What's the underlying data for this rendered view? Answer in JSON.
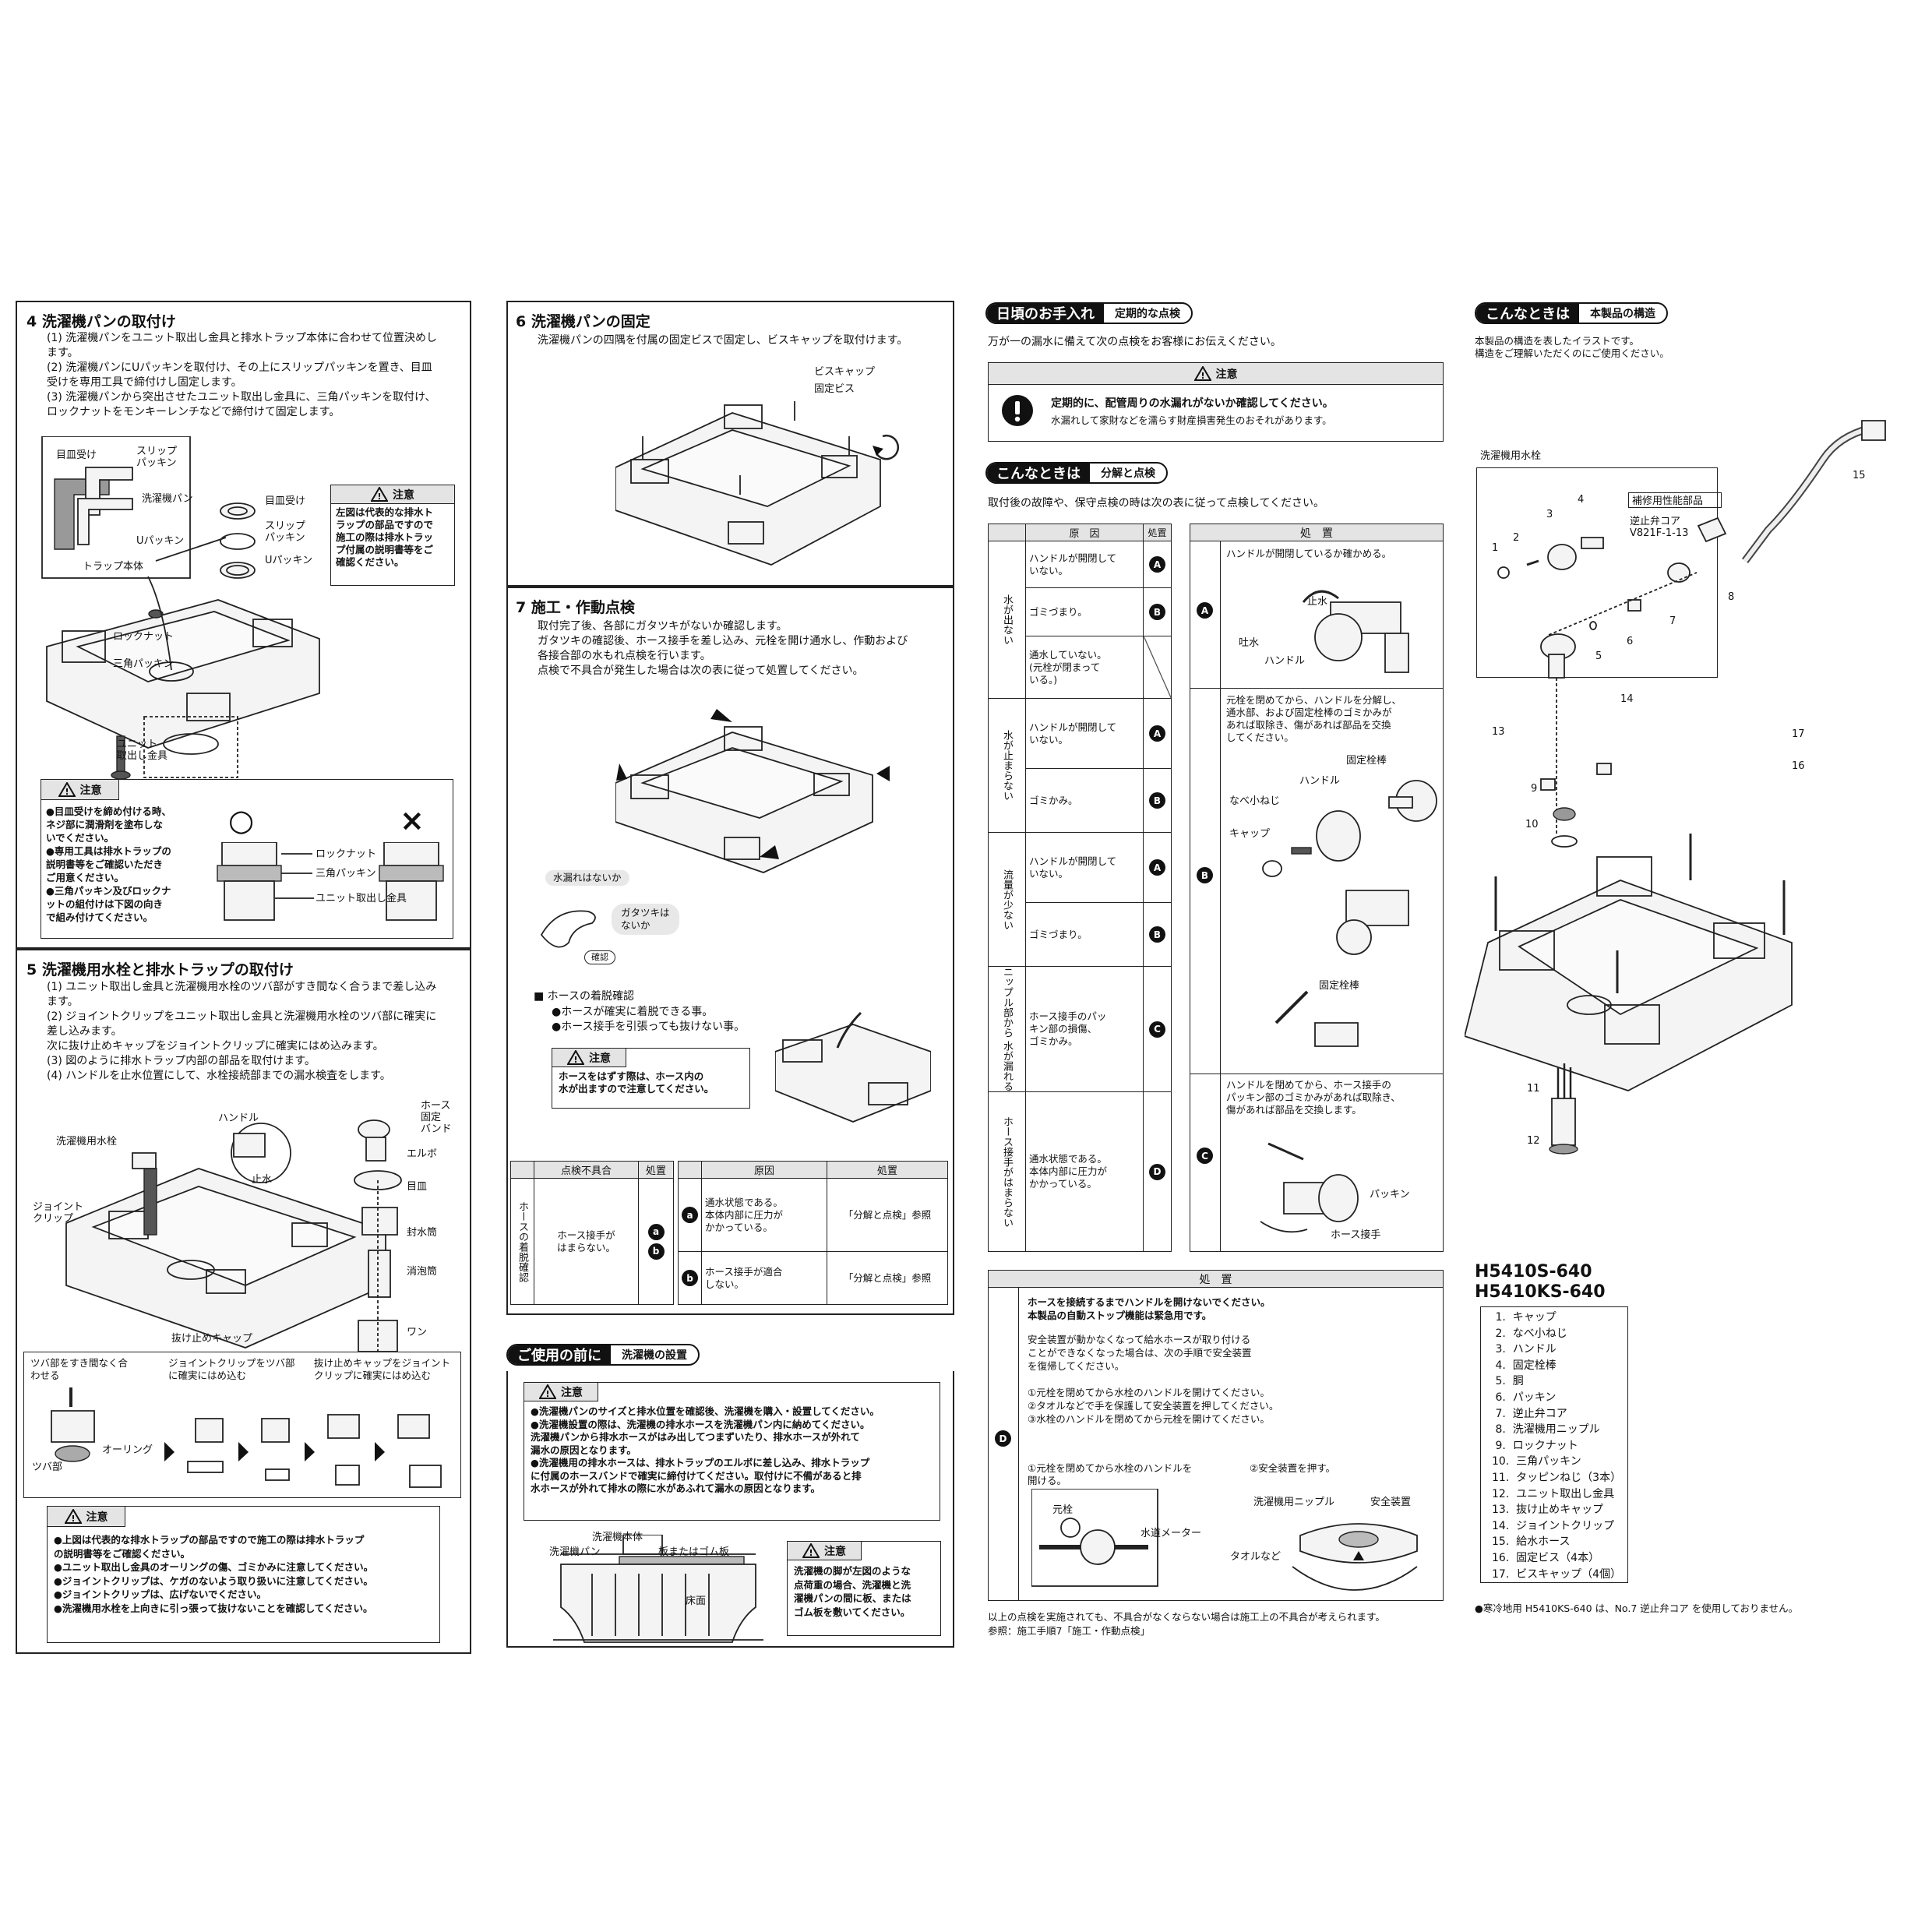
{
  "s4": {
    "title": "4  洗濯機パンの取付け",
    "steps": "(1) 洗濯機パンをユニット取出し金具と排水トラップ本体に合わせて位置決めし\n     ます。\n(2) 洗濯機パンにUパッキンを取付け、その上にスリップパッキンを置き、目皿\n     受けを専用工具で締付けし固定します。\n(3) 洗濯機パンから突出させたユニット取出し金具に、三角パッキンを取付け、\n     ロックナットをモンキーレンチなどで締付けて固定します。",
    "labels": [
      "目皿受け",
      "スリップ\nパッキン",
      "洗濯機パン",
      "Uパッキン",
      "トラップ本体",
      "目皿受け",
      "スリップ\nパッキン",
      "Uパッキン",
      "ロックナット",
      "三角パッキン",
      "ユニット\n取出し金具"
    ],
    "caution1_title": "注意",
    "caution1": "左図は代表的な排水ト\nラップの部品ですので\n施工の際は排水トラッ\nプ付属の説明書等をご\n確認ください。",
    "caution2_title": "注意",
    "caution2": "●目皿受けを締め付ける時、\n  ネジ部に潤滑剤を塗布しな\n  いでください。\n●専用工具は排水トラップの\n  説明書等をご確認いただき\n  ご用意ください。\n●三角パッキン及びロックナ\n  ットの組付けは下図の向き\n  で組み付けてください。",
    "ok": "○",
    "ng": "×",
    "labels2": [
      "ロックナット",
      "三角パッキン",
      "ユニット取出し金具"
    ]
  },
  "s5": {
    "title": "5  洗濯機用水栓と排水トラップの取付け",
    "steps": "(1) ユニット取出し金具と洗濯機用水栓のツバ部がすき間なく合うまで差し込み\n     ます。\n(2) ジョイントクリップをユニット取出し金具と洗濯機用水栓のツバ部に確実に\n     差し込みます。\n     次に抜け止めキャップをジョイントクリップに確実にはめ込みます。\n(3) 図のように排水トラップ内部の部品を取付けます。\n(4) ハンドルを止水位置にして、水栓接続部までの漏水検査をします。",
    "labels": [
      "ハンドル",
      "止水",
      "ホース\n固定\nバンド",
      "エルボ",
      "目皿",
      "封水筒",
      "消泡筒",
      "ワン",
      "洗濯機用水栓",
      "ジョイント\nクリップ",
      "抜け止めキャップ"
    ],
    "seq": [
      "ツバ部をすき間なく合\nわせる",
      "ジョイントクリップをツバ部\nに確実にはめ込む",
      "抜け止めキャップをジョイント\nクリップに確実にはめ込む"
    ],
    "seqlabels": [
      "オーリング",
      "ツバ部"
    ],
    "caution_title": "注意",
    "caution": "●上図は代表的な排水トラップの部品ですので施工の際は排水トラップ\n  の説明書等をご確認ください。\n●ユニット取出し金具のオーリングの傷、ゴミかみに注意してください。\n●ジョイントクリップは、ケガのないよう取り扱いに注意してください。\n●ジョイントクリップは、広げないでください。\n●洗濯機用水栓を上向きに引っ張って抜けないことを確認してください。"
  },
  "s6": {
    "title": "6  洗濯機パンの固定",
    "text": "洗濯機パンの四隅を付属の固定ビスで固定し、ビスキャップを取付けます。",
    "labels": [
      "ビスキャップ",
      "固定ビス"
    ]
  },
  "s7": {
    "title": "7  施工・作動点検",
    "text": "取付完了後、各部にガタツキがないか確認します。\nガタツキの確認後、ホース接手を差し込み、元栓を開け通水し、作動および\n各接合部の水もれ点検を行います。\n点検で不具合が発生した場合は次の表に従って処置してください。",
    "bubbles": [
      "水漏れはないか",
      "ガタツキは\nないか",
      "確認"
    ],
    "hose_title": "■ ホースの着脱確認",
    "hose": "●ホースが確実に着脱できる事。\n●ホース接手を引張っても抜けない事。",
    "caution_title": "注意",
    "caution": "ホースをはずす際は、ホース内の\n水が出ますので注意してください。",
    "t1": {
      "h": [
        "点検不具合",
        "処置"
      ],
      "rowhead": "ホースの着脱確認",
      "fault": "ホース接手が\nはまらない。",
      "acts": [
        "a",
        "b"
      ]
    },
    "t2": {
      "h": [
        "原因",
        "処置"
      ],
      "rows": [
        {
          "k": "a",
          "cause": "通水状態である。\n本体内部に圧力が\nかかっている。",
          "act": "「分解と点検」参照"
        },
        {
          "k": "b",
          "cause": "ホース接手が適合\nしない。",
          "act": "「分解と点検」参照"
        }
      ]
    }
  },
  "before": {
    "dark": "ご使用の前に",
    "light": "洗濯機の設置",
    "caution_title": "注意",
    "caution": "●洗濯機パンのサイズと排水位置を確認後、洗濯機を購入・設置してください。\n●洗濯機設置の際は、洗濯機の排水ホースを洗濯機パン内に納めてください。\n  洗濯機パンから排水ホースがはみ出してつまずいたり、排水ホースが外れて\n  漏水の原因となります。\n●洗濯機用の排水ホースは、排水トラップのエルボに差し込み、排水トラップ\n  に付属のホースバンドで確実に締付けてください。取付けに不備があると排\n  水ホースが外れて排水の際に水があふれて漏水の原因となります。",
    "labels": [
      "洗濯機本体",
      "洗濯機パン",
      "板またはゴム板",
      "床面"
    ],
    "caution2_title": "注意",
    "caution2": "洗濯機の脚が左図のような\n点荷重の場合、洗濯機と洗\n濯機パンの間に板、または\nゴム板を敷いてください。"
  },
  "daily": {
    "dark": "日頃のお手入れ",
    "light": "定期的な点検",
    "text": "万が一の漏水に備えて次の点検をお客様にお伝えください。",
    "caution_title": "注意",
    "bold": "定期的に、配管周りの水漏れがないか確認してください。",
    "sub": "水漏れして家財などを濡らす財産損害発生のおそれがあります。"
  },
  "trouble": {
    "dark": "こんなときは",
    "light": "分解と点検",
    "text": "取付後の故障や、保守点検の時は次の表に従って点検してください。",
    "th": [
      "原　因",
      "処置",
      "処　置"
    ],
    "groups": [
      {
        "sym": "水が出ない",
        "rows": [
          {
            "c": "ハンドルが開閉して\nいない。",
            "k": "A"
          },
          {
            "c": "ゴミづまり。",
            "k": "B"
          },
          {
            "c": "通水していない。\n(元栓が閉まって\nいる。)",
            "k": ""
          }
        ]
      },
      {
        "sym": "水が止まらない",
        "rows": [
          {
            "c": "ハンドルが開閉して\nいない。",
            "k": "A"
          },
          {
            "c": "ゴミかみ。",
            "k": "B"
          }
        ]
      },
      {
        "sym": "流量が少ない",
        "rows": [
          {
            "c": "ハンドルが開閉して\nいない。",
            "k": "A"
          },
          {
            "c": "ゴミづまり。",
            "k": "B"
          }
        ]
      },
      {
        "sym": "ニップル部から\n水が漏れる",
        "rows": [
          {
            "c": "ホース接手のパッ\nキン部の損傷、\nゴミかみ。",
            "k": "C"
          }
        ]
      },
      {
        "sym": "ホース接手がはまらない",
        "rows": [
          {
            "c": "通水状態である。\n本体内部に圧力が\nかかっている。",
            "k": "D"
          }
        ]
      }
    ],
    "A": "ハンドルが開閉しているか確かめる。",
    "A_labels": [
      "止水",
      "吐水",
      "ハンドル"
    ],
    "B": "元栓を閉めてから、ハンドルを分解し、\n通水部、および固定栓棒のゴミかみが\nあれば取除き、傷があれば部品を交換\nしてください。",
    "B_labels": [
      "固定栓棒",
      "ハンドル",
      "なべ小ねじ",
      "キャップ",
      "固定栓棒"
    ],
    "C": "ハンドルを閉めてから、ホース接手の\nパッキン部のゴミかみがあれば取除き、\n傷があれば部品を交換します。",
    "C_labels": [
      "パッキン",
      "ホース接手"
    ],
    "D_head": "処　置",
    "D_bold": "ホースを接続するまでハンドルを開けないでください。\n本製品の自動ストップ機能は緊急用です。",
    "D_text": "安全装置が動かなくなって給水ホースが取り付ける\nことができなくなった場合は、次の手順で安全装置\nを復帰してください。\n\n①元栓を閉めてから水栓のハンドルを開けてください。\n②タオルなどで手を保護して安全装置を押してください。\n③水栓のハンドルを閉めてから元栓を開けてください。",
    "D_step1": "①元栓を閉めてから水栓のハンドルを\n   開ける。",
    "D_step2": "②安全装置を押す。",
    "D_labels": [
      "元栓",
      "水道メーター",
      "洗濯機用ニップル",
      "安全装置",
      "タオルなど"
    ],
    "footer": "以上の点検を実施されても、不具合がなくならない場合は施工上の不具合が考えられます。\n参照：施工手順7「施工・作動点検」"
  },
  "struct": {
    "dark": "こんなときは",
    "light": "本製品の構造",
    "text": "本製品の構造を表したイラストです。\n構造をご理解いただくのにご使用ください。",
    "labels": [
      "洗濯機用水栓",
      "補修用性能部品",
      "逆止弁コア\nV821F-1-13"
    ],
    "nums": [
      "1",
      "2",
      "3",
      "4",
      "5",
      "6",
      "7",
      "8",
      "9",
      "10",
      "11",
      "12",
      "13",
      "14",
      "15",
      "16",
      "17"
    ],
    "model1": "H5410S-640",
    "model2": "H5410KS-640",
    "parts": [
      " 1.  キャップ",
      " 2.  なべ小ねじ",
      " 3.  ハンドル",
      " 4.  固定栓棒",
      " 5.  胴",
      " 6.  パッキン",
      " 7.  逆止弁コア",
      " 8.  洗濯機用ニップル",
      " 9.  ロックナット",
      "10.  三角パッキン",
      "11.  タッピンねじ（3本）",
      "12.  ユニット取出し金具",
      "13.  抜け止めキャップ",
      "14.  ジョイントクリップ",
      "15.  給水ホース",
      "16.  固定ビス（4本）",
      "17.  ビスキャップ（4個）"
    ],
    "note": "●寒冷地用 H5410KS-640 は、No.7 逆止弁コア を使用しておりません。"
  }
}
